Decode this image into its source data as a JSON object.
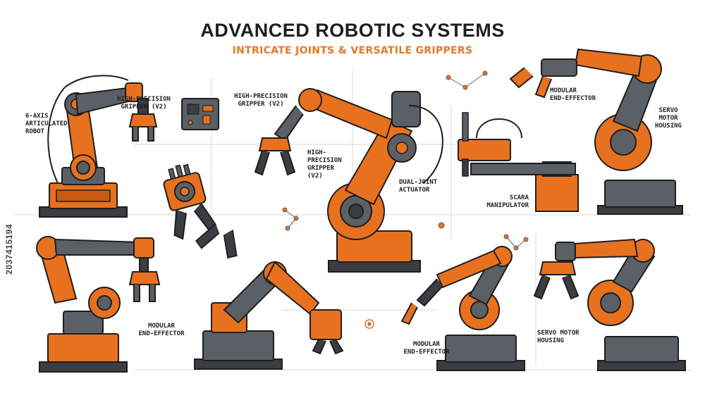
{
  "header": {
    "title": "ADVANCED ROBOTIC SYSTEMS",
    "subtitle": "INTRICATE JOINTS & VERSATILE GRIPPERS"
  },
  "labels": {
    "six_axis": "6-AXIS\nARTICULATED\nROBOT",
    "gripper_a": "HIGH-PRECISION\nGRIPPER (V2)",
    "gripper_b": "HIGH-PRECISION\nGRIPPER (V2)",
    "gripper_c": "HIGH-\nPRECISION\nGRIPPER\n(V2)",
    "dual_joint": "DUAL-JOINT\nACTUATOR",
    "scara": "SCARA\nMANIPULATOR",
    "modular_top": "MODULAR\nEND-EFFECTOR",
    "servo_top": "SERVO\nMOTOR\nHOUSING",
    "modular_left": "MODULAR\nEND-EFFECTOR",
    "modular_mid": "MODULAR\nEND-EFFECTOR",
    "servo_bottom": "SERVO MOTOR\nHOUSING"
  },
  "stock_id": "2037415194",
  "colors": {
    "orange": "#e8711f",
    "dark_orange": "#c85a12",
    "gray": "#5b5f66",
    "dark_gray": "#3a3d42",
    "outline": "#1e1e1e"
  }
}
